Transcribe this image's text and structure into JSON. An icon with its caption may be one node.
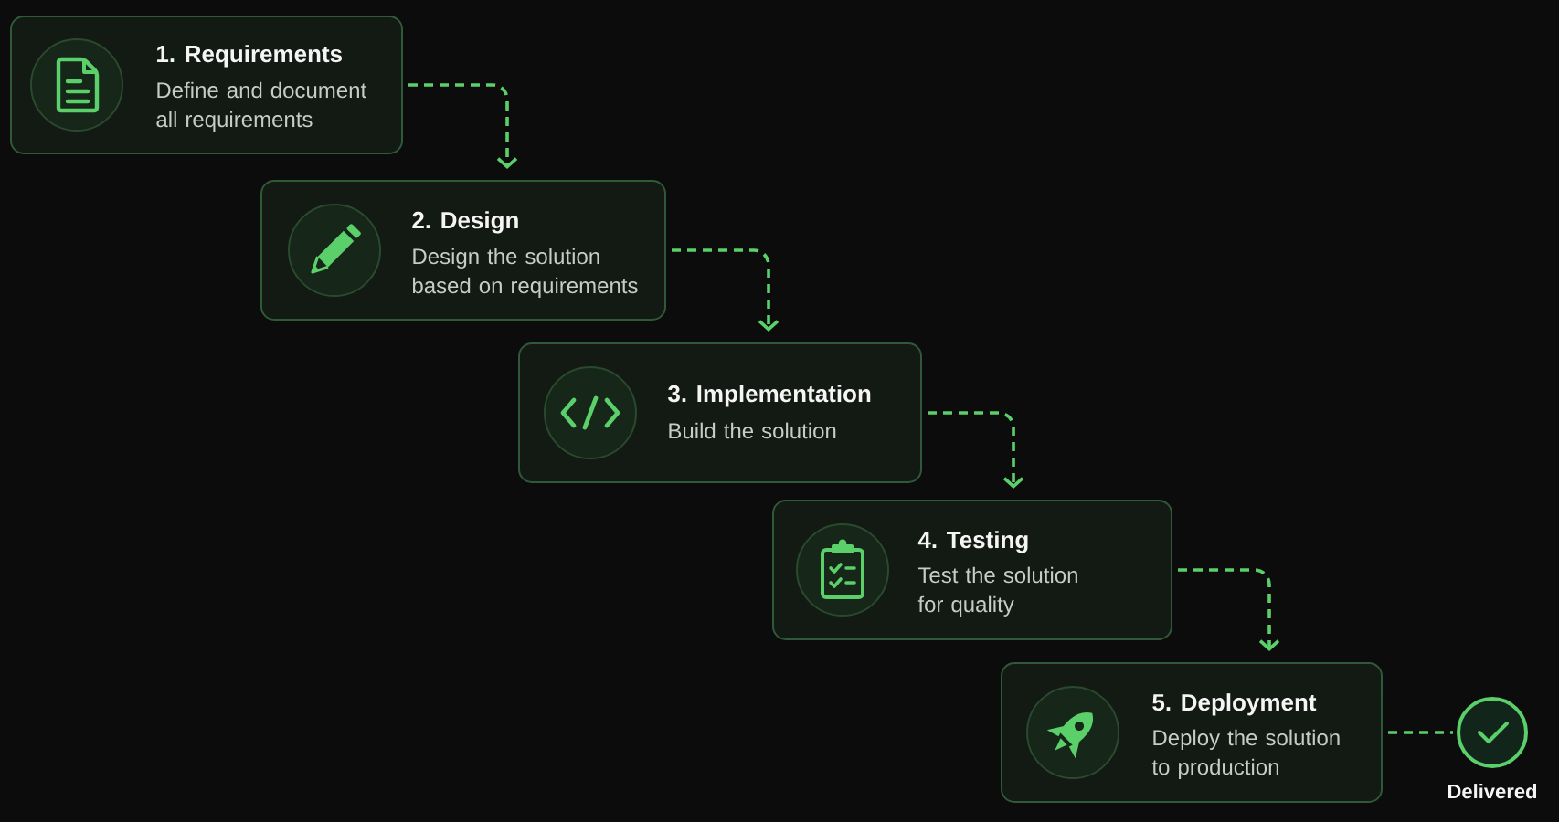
{
  "diagram": {
    "nodes": [
      {
        "text": [
          "1. Requirements",
          "Define and document all requirements"
        ]
      },
      {
        "text": [
          "2. Design",
          "Design the solution based on requirements"
        ]
      },
      {
        "text": [
          "3. Implementation",
          "Build the solution"
        ]
      },
      {
        "text": [
          "4. Testing",
          "Test the solution for quality"
        ]
      },
      {
        "text": [
          "5. Deployment",
          "Deploy the solution to production"
        ]
      },
      {
        "text": [],
        "shape": "circle",
        "beside": [
          "Delivered"
        ]
      }
    ],
    "edges": [
      {
        "from": 0,
        "to": 1,
        "arrow": "to",
        "style": "dashed"
      },
      {
        "from": 1,
        "to": 2,
        "arrow": "to",
        "style": "dashed"
      },
      {
        "from": 2,
        "to": 3,
        "arrow": "to",
        "style": "dashed"
      },
      {
        "from": 3,
        "to": 4,
        "arrow": "to",
        "style": "dashed"
      },
      {
        "from": 4,
        "to": 5,
        "arrow": "none",
        "style": "dashed"
      }
    ]
  }
}
